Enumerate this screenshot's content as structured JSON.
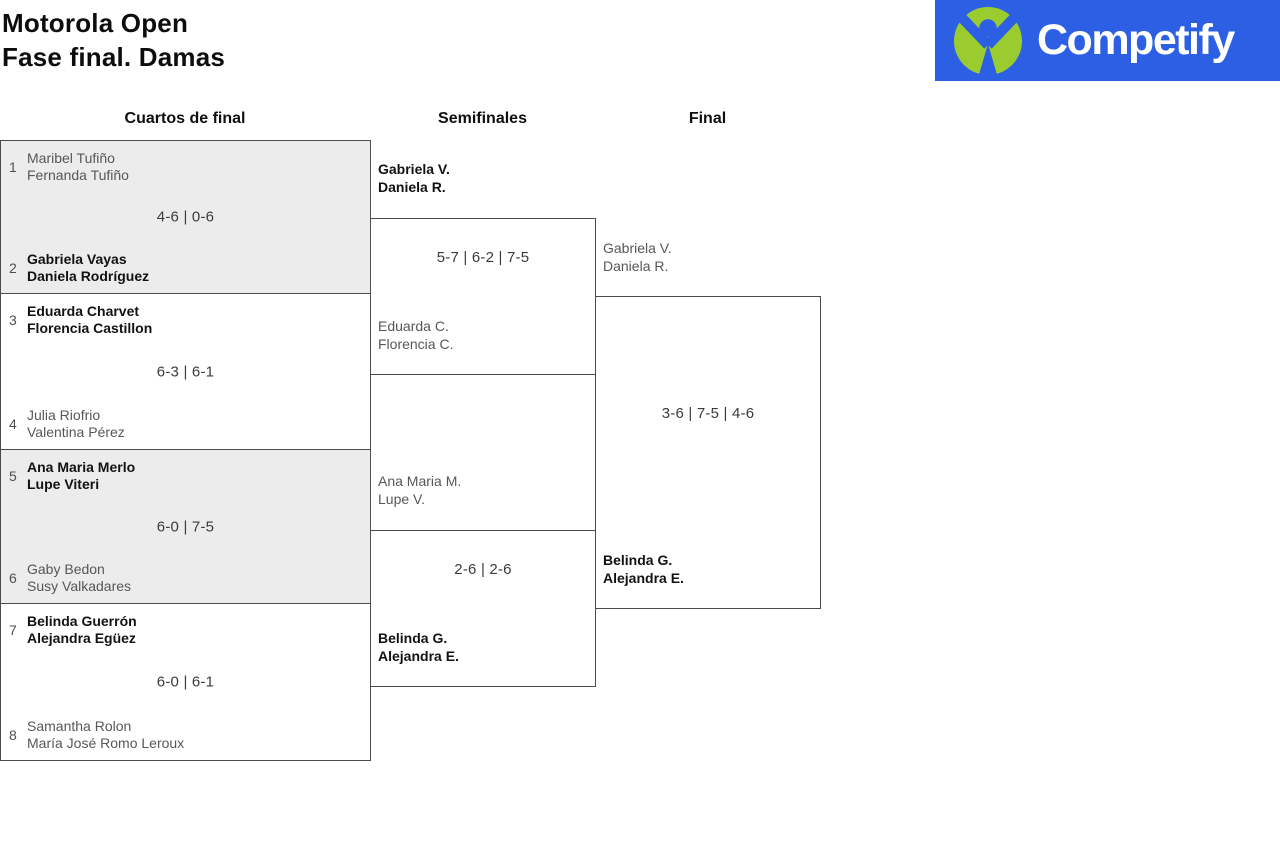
{
  "header": {
    "title_line1": "Motorola Open",
    "title_line2": "Fase final. Damas"
  },
  "logo": {
    "text": "Competify",
    "icon": "person-arms-up-icon",
    "bg_color": "#2c5fe3",
    "icon_color": "#9bcc2f",
    "text_color": "#ffffff"
  },
  "columns": {
    "quarterfinals_label": "Cuartos de final",
    "semifinals_label": "Semifinales",
    "final_label": "Final"
  },
  "bracket": {
    "quarterfinals": [
      {
        "seed_top": "1",
        "team_top_line1": "Maribel Tufiño",
        "team_top_line2": "Fernanda Tufiño",
        "score": "4-6 | 0-6",
        "seed_bottom": "2",
        "team_bottom_line1": "Gabriela Vayas",
        "team_bottom_line2": "Daniela Rodríguez",
        "winner": "bottom"
      },
      {
        "seed_top": "3",
        "team_top_line1": "Eduarda Charvet",
        "team_top_line2": "Florencia Castillon",
        "score": "6-3 | 6-1",
        "seed_bottom": "4",
        "team_bottom_line1": "Julia Riofrio",
        "team_bottom_line2": "Valentina Pérez",
        "winner": "top"
      },
      {
        "seed_top": "5",
        "team_top_line1": "Ana Maria Merlo",
        "team_top_line2": "Lupe Viteri",
        "score": "6-0 | 7-5",
        "seed_bottom": "6",
        "team_bottom_line1": "Gaby Bedon",
        "team_bottom_line2": "Susy Valkadares",
        "winner": "top"
      },
      {
        "seed_top": "7",
        "team_top_line1": "Belinda Guerrón",
        "team_top_line2": "Alejandra Egüez",
        "score": "6-0 | 6-1",
        "seed_bottom": "8",
        "team_bottom_line1": "Samantha Rolon",
        "team_bottom_line2": "María José Romo Leroux",
        "winner": "top"
      }
    ],
    "semifinals": [
      {
        "team_top_line1": "Gabriela V.",
        "team_top_line2": "Daniela R.",
        "score": "5-7 | 6-2 | 7-5",
        "team_bottom_line1": "Eduarda C.",
        "team_bottom_line2": "Florencia C.",
        "winner": "top"
      },
      {
        "team_top_line1": "Ana Maria M.",
        "team_top_line2": "Lupe V.",
        "score": "2-6 | 2-6",
        "team_bottom_line1": "Belinda G.",
        "team_bottom_line2": "Alejandra E.",
        "winner": "bottom"
      }
    ],
    "final": {
      "team_top_line1": "Gabriela V.",
      "team_top_line2": "Daniela R.",
      "score": "3-6 | 7-5 | 4-6",
      "team_bottom_line1": "Belinda G.",
      "team_bottom_line2": "Alejandra E.",
      "winner": "bottom"
    }
  }
}
